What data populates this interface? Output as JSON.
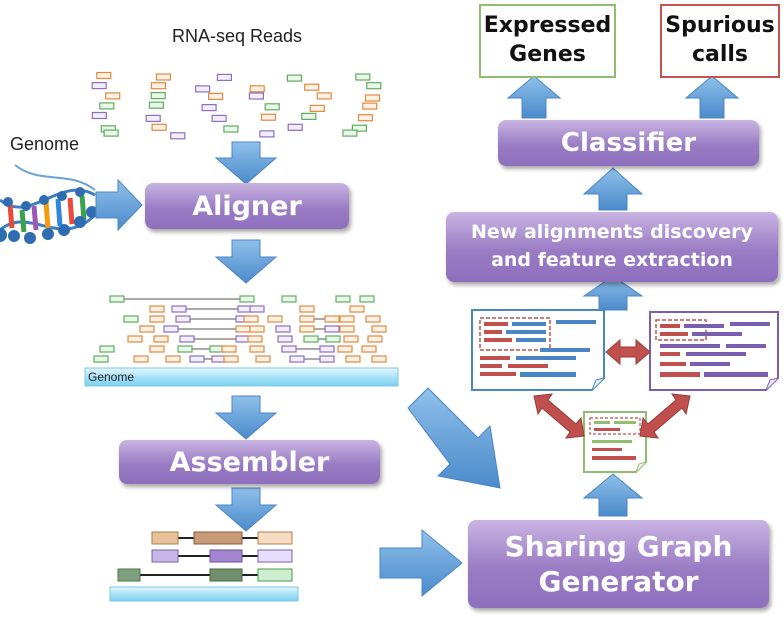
{
  "labels": {
    "rna_seq_reads": "RNA-seq Reads",
    "genome_left": "Genome",
    "genome_bar": "Genome"
  },
  "boxes": {
    "aligner": "Aligner",
    "assembler": "Assembler",
    "sharing_graph_line1": "Sharing Graph",
    "sharing_graph_line2": "Generator",
    "new_alignments_line1": "New alignments discovery",
    "new_alignments_line2": "and feature extraction",
    "classifier": "Classifier"
  },
  "outputs": {
    "expressed_line1": "Expressed",
    "expressed_line2": "Genes",
    "spurious_line1": "Spurious",
    "spurious_line2": "calls"
  },
  "colors": {
    "purple": "#9a7cc4",
    "arrow_blue": "#5f9bd3",
    "arrow_red": "#c0504d",
    "read_green": "#7fbf7f",
    "read_orange": "#f0a86a",
    "read_purple": "#a08cc8",
    "expressed_border": "#8fbf6e",
    "spurious_border": "#c9504d"
  }
}
